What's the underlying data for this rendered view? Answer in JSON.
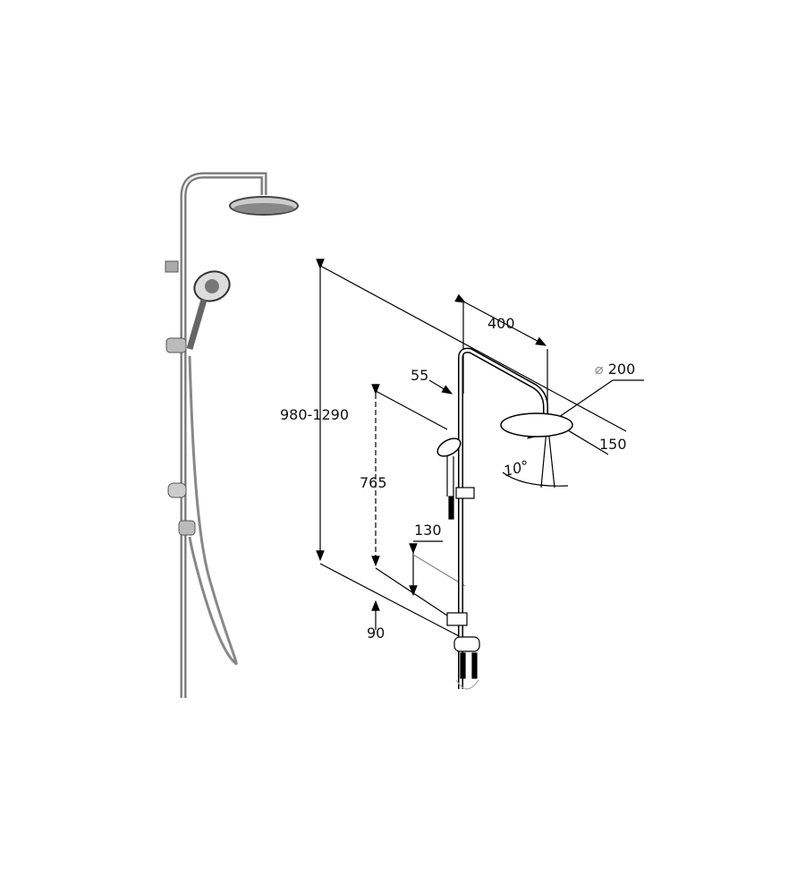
{
  "photo": {
    "alt_name": "shower-system-photo"
  },
  "drawing": {
    "dimensions": {
      "arm_length": "400",
      "rail_offset": "55",
      "head_diameter_symbol": "⌀",
      "head_diameter": "200",
      "total_height": "980-1290",
      "hand_shower_height": "765",
      "head_depth": "150",
      "tilt_angle": "10°",
      "holder_height": "130",
      "bottom_offset": "90"
    }
  }
}
